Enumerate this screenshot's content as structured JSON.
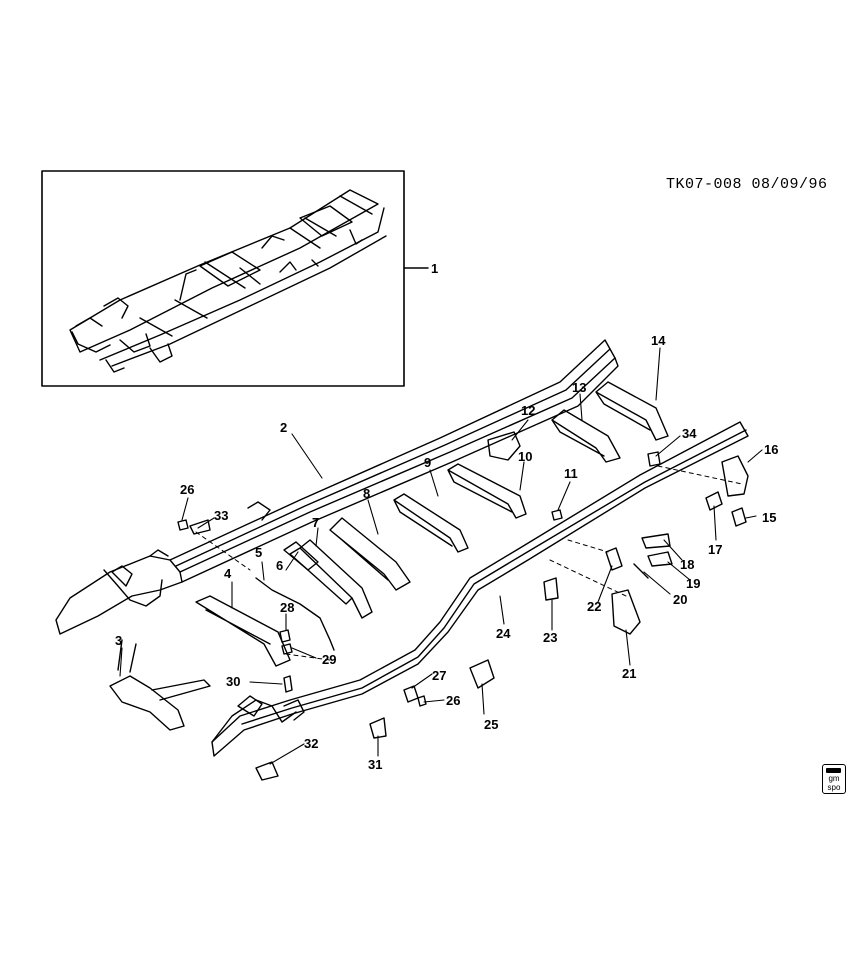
{
  "diagram": {
    "reference_code": "TK07-008 08/09/96",
    "logo": {
      "line1": "gm",
      "line2": "spo"
    },
    "callouts": [
      "1",
      "2",
      "3",
      "4",
      "5",
      "6",
      "7",
      "8",
      "9",
      "10",
      "11",
      "12",
      "13",
      "14",
      "15",
      "16",
      "17",
      "18",
      "19",
      "20",
      "21",
      "22",
      "23",
      "24",
      "25",
      "26",
      "26",
      "27",
      "28",
      "29",
      "30",
      "31",
      "32",
      "33",
      "34"
    ]
  }
}
